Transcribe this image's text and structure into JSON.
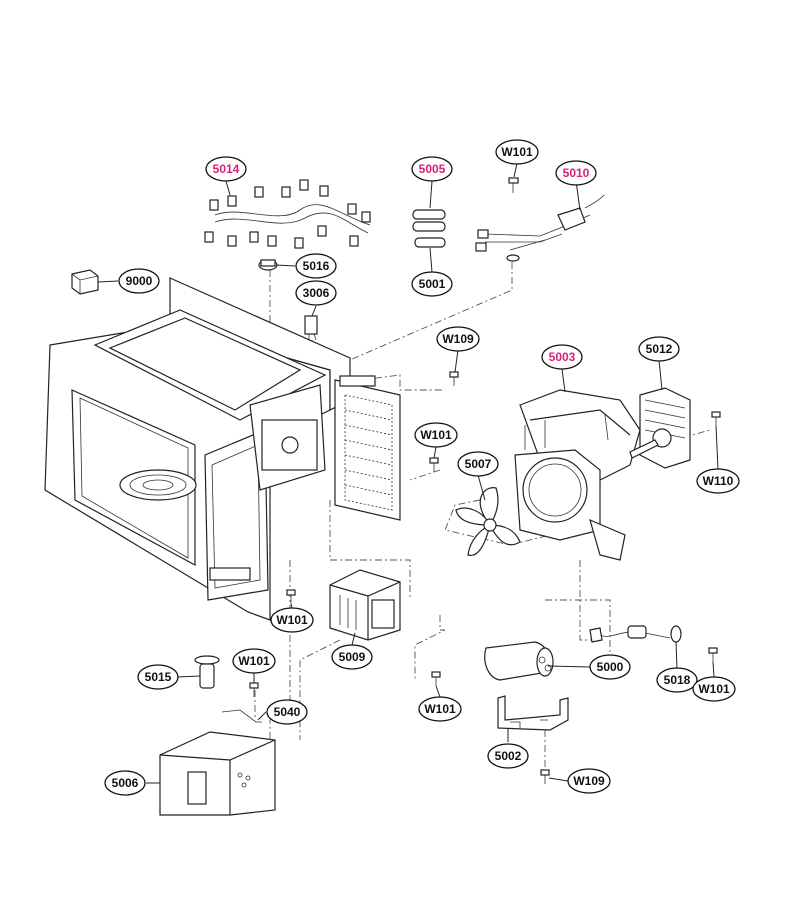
{
  "colors": {
    "highlight": "#d6207a",
    "normal": "#111111"
  },
  "callouts": [
    {
      "id": "5014",
      "label": "5014",
      "highlight": true
    },
    {
      "id": "5005",
      "label": "5005",
      "highlight": true
    },
    {
      "id": "W101-a",
      "label": "W101",
      "highlight": false
    },
    {
      "id": "5010",
      "label": "5010",
      "highlight": true
    },
    {
      "id": "5016",
      "label": "5016",
      "highlight": false
    },
    {
      "id": "5001",
      "label": "5001",
      "highlight": false
    },
    {
      "id": "9000",
      "label": "9000",
      "highlight": false
    },
    {
      "id": "3006",
      "label": "3006",
      "highlight": false
    },
    {
      "id": "W109-a",
      "label": "W109",
      "highlight": false
    },
    {
      "id": "5003",
      "label": "5003",
      "highlight": true
    },
    {
      "id": "5012",
      "label": "5012",
      "highlight": false
    },
    {
      "id": "W101-b",
      "label": "W101",
      "highlight": false
    },
    {
      "id": "5007",
      "label": "5007",
      "highlight": false
    },
    {
      "id": "W110",
      "label": "W110",
      "highlight": false
    },
    {
      "id": "W101-c",
      "label": "W101",
      "highlight": false
    },
    {
      "id": "5009",
      "label": "5009",
      "highlight": false
    },
    {
      "id": "5000",
      "label": "5000",
      "highlight": false
    },
    {
      "id": "5018",
      "label": "5018",
      "highlight": false
    },
    {
      "id": "W101-d",
      "label": "W101",
      "highlight": false
    },
    {
      "id": "5015",
      "label": "5015",
      "highlight": false
    },
    {
      "id": "W101-e",
      "label": "W101",
      "highlight": false
    },
    {
      "id": "5040",
      "label": "5040",
      "highlight": false
    },
    {
      "id": "W101-f",
      "label": "W101",
      "highlight": false
    },
    {
      "id": "5002",
      "label": "5002",
      "highlight": false
    },
    {
      "id": "5006",
      "label": "5006",
      "highlight": false
    },
    {
      "id": "W109-b",
      "label": "W109",
      "highlight": false
    }
  ]
}
